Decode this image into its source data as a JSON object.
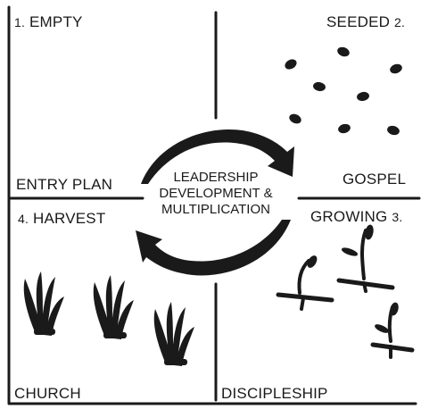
{
  "quadrants": {
    "top_left": {
      "number": "1.",
      "stage": "EMPTY",
      "bottom_label": "ENTRY PLAN"
    },
    "top_right": {
      "number": "2.",
      "stage": "SEEDED",
      "bottom_label": "GOSPEL"
    },
    "bottom_left": {
      "number": "4.",
      "stage": "HARVEST",
      "bottom_label": "CHURCH"
    },
    "bottom_right": {
      "number": "3.",
      "stage": "GROWING",
      "bottom_label": "DISCIPLESHIP"
    }
  },
  "center": {
    "line1": "LEADERSHIP",
    "line2": "DEVELOPMENT &",
    "line3": "MULTIPLICATION"
  },
  "colors": {
    "ink": "#1a1a1a",
    "background": "#ffffff"
  },
  "icons": [
    "seed-icon",
    "sprout-icon",
    "wheat-bundle-icon",
    "cycle-arrow-icon"
  ]
}
